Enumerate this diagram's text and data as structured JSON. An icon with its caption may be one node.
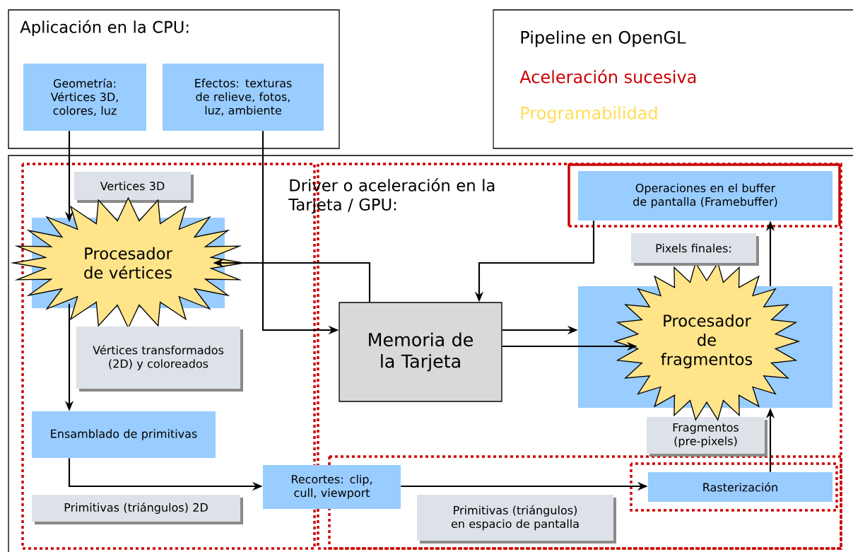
{
  "diagram": {
    "nodes": [
      {
        "text": [
          "Aplicación en la CPU:"
        ]
      },
      {
        "text": [
          "Geometría: Vértices 3D, colores, luz"
        ],
        "in": 0
      },
      {
        "text": [
          "Efectos: texturas de relieve, fotos, luz, ambiente"
        ],
        "in": 0
      },
      {
        "text": [
          "Pipeline en OpenGL",
          "Aceleración sucesiva",
          "Programabilidad"
        ]
      },
      {
        "text": [
          "Driver o aceleración en la Tarjeta / GPU:"
        ]
      },
      {
        "text": [
          "Vertices 3D"
        ],
        "in": 4
      },
      {
        "text": [
          "Procesador de vértices"
        ],
        "in": 4
      },
      {
        "text": [
          "Vértices transformados (2D) y coloreados"
        ],
        "in": 4
      },
      {
        "text": [
          "Ensamblado de primitivas"
        ],
        "in": 4
      },
      {
        "text": [
          "Primitivas (triángulos) 2D"
        ],
        "in": 4
      },
      {
        "text": [
          "Recortes: clip, cull, viewport"
        ],
        "in": 4
      },
      {
        "text": [
          "Primitivas (triángulos) en espacio de pantalla"
        ],
        "in": 4
      },
      {
        "text": [
          "Rasterización"
        ],
        "in": 4
      },
      {
        "text": [
          "Fragmentos (pre-pixels)"
        ],
        "in": 4
      },
      {
        "text": [
          "Procesador de fragmentos"
        ],
        "in": 4
      },
      {
        "text": [
          "Pixels finales:"
        ],
        "in": 4
      },
      {
        "text": [
          "Operaciones en el buffer de pantalla (Framebuffer)"
        ],
        "in": 4
      },
      {
        "text": [
          "Memoria de la Tarjeta"
        ],
        "in": 4
      }
    ],
    "edges": [
      {
        "from": 1,
        "to": 6,
        "arrow": "to"
      },
      {
        "from": 2,
        "to": 17,
        "arrow": "to"
      },
      {
        "from": 17,
        "to": 6,
        "arrow": "to"
      },
      {
        "from": 6,
        "to": 8,
        "arrow": "to"
      },
      {
        "from": 8,
        "to": 10,
        "arrow": "to"
      },
      {
        "from": 10,
        "to": 12,
        "arrow": "to"
      },
      {
        "from": 12,
        "to": 14,
        "arrow": "to"
      },
      {
        "from": 14,
        "to": 16,
        "arrow": "to"
      },
      {
        "from": 16,
        "to": 17,
        "arrow": "to"
      },
      {
        "from": 17,
        "to": 14,
        "arrow": "to"
      },
      {
        "from": 17,
        "to": 14,
        "arrow": "to"
      }
    ]
  }
}
